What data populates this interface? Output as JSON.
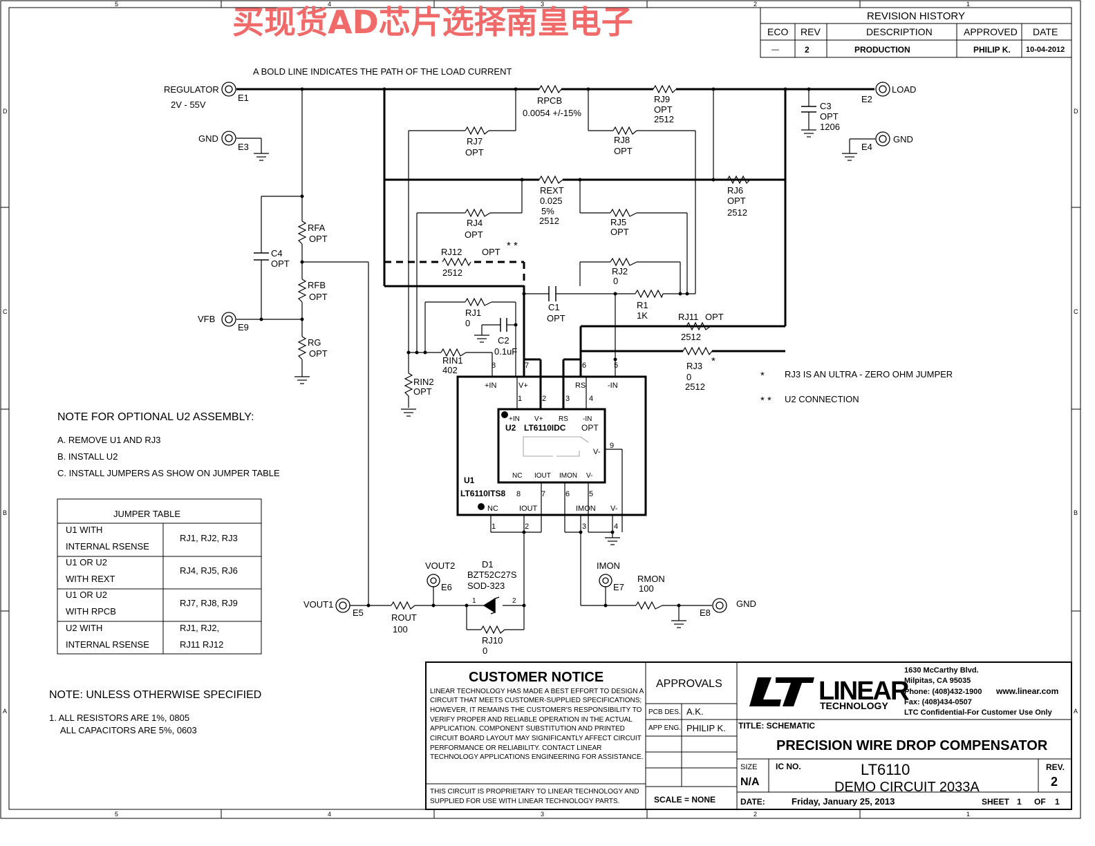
{
  "watermark": "买现货AD芯片选择南皇电子",
  "border": {
    "top_zones": [
      "5",
      "4",
      "3",
      "2",
      "1"
    ],
    "bottom_zones": [
      "5",
      "4",
      "3",
      "2",
      "1"
    ],
    "left_zones": [
      "D",
      "C",
      "B",
      "A"
    ],
    "right_zones": [
      "D",
      "C",
      "B",
      "A"
    ]
  },
  "revision_history": {
    "title": "REVISION HISTORY",
    "headers": [
      "ECO",
      "REV",
      "DESCRIPTION",
      "APPROVED",
      "DATE"
    ],
    "row": [
      "—",
      "2",
      "PRODUCTION",
      "PHILIP K.",
      "10-04-2012"
    ]
  },
  "schematic": {
    "bold_line_note": "A BOLD LINE INDICATES THE PATH OF THE LOAD CURRENT",
    "regulator_label": "REGULATOR",
    "regulator_range": "2V - 55V",
    "e1": "E1",
    "gnd_left": "GND",
    "e3": "E3",
    "rpcb_name": "RPCB",
    "rpcb_value": "0.0054 +/-15%",
    "rj9_name": "RJ9",
    "rj9_v1": "OPT",
    "rj9_v2": "2512",
    "load_label": "LOAD",
    "e2": "E2",
    "c3_name": "C3",
    "c3_v1": "OPT",
    "c3_v2": "1206",
    "gnd_right": "GND",
    "e4": "E4",
    "rj7_name": "RJ7",
    "rj7_value": "OPT",
    "rj8_name": "RJ8",
    "rj8_value": "OPT",
    "rext_name": "REXT",
    "rext_v1": "0.025",
    "rext_v2": "5%",
    "rext_v3": "2512",
    "rj6_name": "RJ6",
    "rj6_v1": "OPT",
    "rj6_v2": "2512",
    "rj4_name": "RJ4",
    "rj4_value": "OPT",
    "rj5_name": "RJ5",
    "rj5_value": "OPT",
    "rfa_name": "RFA",
    "rfa_value": "OPT",
    "c4_name": "C4",
    "c4_value": "OPT",
    "rj12_name": "RJ12",
    "rj12_value": "OPT",
    "rj12_size": "2512",
    "double_star": "* *",
    "rj2_name": "RJ2",
    "rj2_value": "0",
    "rfb_name": "RFB",
    "rfb_value": "OPT",
    "c1_name": "C1",
    "c1_value": "OPT",
    "r1_name": "R1",
    "r1_value": "1K",
    "rj1_name": "RJ1",
    "rj1_value": "0",
    "vfb_label": "VFB",
    "e9": "E9",
    "c2_name": "C2",
    "c2_value": "0.1uF",
    "rj11_name": "RJ11",
    "rj11_value": "OPT",
    "rj11_size": "2512",
    "rg_name": "RG",
    "rg_value": "OPT",
    "rin1_name": "RIN1",
    "rin1_value": "402",
    "rj3_name": "RJ3",
    "rj3_value": "0",
    "rj3_size": "2512",
    "single_star": "*",
    "rin2_name": "RIN2",
    "rin2_value": "OPT",
    "note_star": "RJ3 IS AN ULTRA - ZERO OHM JUMPER",
    "note_dstar": "U2 CONNECTION",
    "star_sym": "*",
    "dstar_sym": "* *",
    "u1_pins_top": [
      "8",
      "7",
      "6",
      "5"
    ],
    "u1_pin_names_top": [
      "+IN",
      "V+",
      "RS",
      "-IN"
    ],
    "u2_pins_top": [
      "1",
      "2",
      "3",
      "4"
    ],
    "u2_pin_names_top": [
      "+IN",
      "V+",
      "RS",
      "-IN"
    ],
    "u2_name": "U2",
    "u2_part": "LT6110IDC",
    "u2_opt": "OPT",
    "u2_vminus_pin": "9",
    "u2_vminus": "V-",
    "u2_pin_names_bottom": [
      "NC",
      "IOUT",
      "IMON",
      "V-"
    ],
    "u1_name": "U1",
    "u1_part": "LT6110ITS8",
    "u2_pins_bottom": [
      "8",
      "7",
      "6",
      "5"
    ],
    "u1_pin_names_bottom": [
      "NC",
      "IOUT",
      "IMON",
      "V-"
    ],
    "u1_pins_bottom": [
      "1",
      "2",
      "3",
      "4"
    ],
    "vout2_label": "VOUT2",
    "e6": "E6",
    "d1_name": "D1",
    "d1_part": "BZT52C27S",
    "d1_pkg": "SOD-323",
    "d1_pin1": "1",
    "d1_pin2": "2",
    "vout1_label": "VOUT1",
    "e5": "E5",
    "rout_name": "ROUT",
    "rout_value": "100",
    "rj10_name": "RJ10",
    "rj10_value": "0",
    "imon_label": "IMON",
    "e7": "E7",
    "rmon_name": "RMON",
    "rmon_value": "100",
    "gnd_bottom": "GND",
    "e8": "E8"
  },
  "assembly_note": {
    "title": "NOTE FOR  OPTIONAL U2 ASSEMBLY:",
    "items": [
      "A. REMOVE U1 AND RJ3",
      "B. INSTALL U2",
      "C. INSTALL JUMPERS AS SHOW ON JUMPER TABLE"
    ]
  },
  "jumper_table": {
    "title": "JUMPER TABLE",
    "rows": [
      {
        "c1": "U1 WITH",
        "c2": "INTERNAL RSENSE",
        "j1": "RJ1, RJ2, RJ3",
        "j2": ""
      },
      {
        "c1": "U1 OR U2",
        "c2": "WITH REXT",
        "j1": "RJ4, RJ5, RJ6",
        "j2": ""
      },
      {
        "c1": "U1 OR U2",
        "c2": "WITH RPCB",
        "j1": "RJ7, RJ8, RJ9",
        "j2": ""
      },
      {
        "c1": "U2 WITH",
        "c2": "INTERNAL RSENSE",
        "j1": "RJ1, RJ2,",
        "j2": "RJ11 RJ12"
      }
    ]
  },
  "general_note": {
    "title": "NOTE: UNLESS OTHERWISE SPECIFIED",
    "line1": "1.  ALL RESISTORS ARE 1%, 0805",
    "line2": "ALL CAPACITORS ARE 5%, 0603"
  },
  "customer_notice": {
    "title": "CUSTOMER NOTICE",
    "lines": [
      "LINEAR TECHNOLOGY HAS MADE A BEST EFFORT TO DESIGN A",
      "CIRCUIT THAT MEETS CUSTOMER-SUPPLIED SPECIFICATIONS;",
      "HOWEVER, IT REMAINS THE CUSTOMER'S RESPONSIBILITY TO",
      "VERIFY PROPER AND RELIABLE OPERATION IN THE ACTUAL",
      "APPLICATION.  COMPONENT SUBSTITUTION AND PRINTED",
      "CIRCUIT BOARD LAYOUT MAY SIGNIFICANTLY AFFECT CIRCUIT",
      "PERFORMANCE OR RELIABILITY.  CONTACT LINEAR",
      "TECHNOLOGY APPLICATIONS ENGINEERING FOR ASSISTANCE."
    ],
    "footer1": "THIS CIRCUIT IS PROPRIETARY TO LINEAR TECHNOLOGY AND",
    "footer2": "SUPPLIED FOR USE WITH LINEAR TECHNOLOGY PARTS."
  },
  "approvals": {
    "title": "APPROVALS",
    "pcb_label": "PCB DES.",
    "pcb_value": "A.K.",
    "app_label": "APP ENG.",
    "app_value": "PHILIP K.",
    "scale": "SCALE = NONE"
  },
  "company": {
    "logo_word": "LINEAR",
    "logo_sub": "TECHNOLOGY",
    "address1": "1630 McCarthy Blvd.",
    "address2": "Milpitas, CA 95035",
    "phone": "Phone: (408)432-1900",
    "web": "www.linear.com",
    "fax": "Fax: (408)434-0507",
    "confidential": "LTC Confidential-For Customer Use Only"
  },
  "title_block": {
    "title_label": "TITLE: SCHEMATIC",
    "title": "PRECISION WIRE DROP COMPENSATOR",
    "size_label": "SIZE",
    "size_value": "N/A",
    "ic_label": "IC NO.",
    "ic_value": "LT6110",
    "demo": "DEMO CIRCUIT 2033A",
    "rev_label": "REV.",
    "rev_value": "2",
    "date_label": "DATE:",
    "date_value": "Friday, January 25, 2013",
    "sheet_label": "SHEET",
    "sheet_value": "1",
    "of_label": "OF",
    "of_value": "1"
  }
}
